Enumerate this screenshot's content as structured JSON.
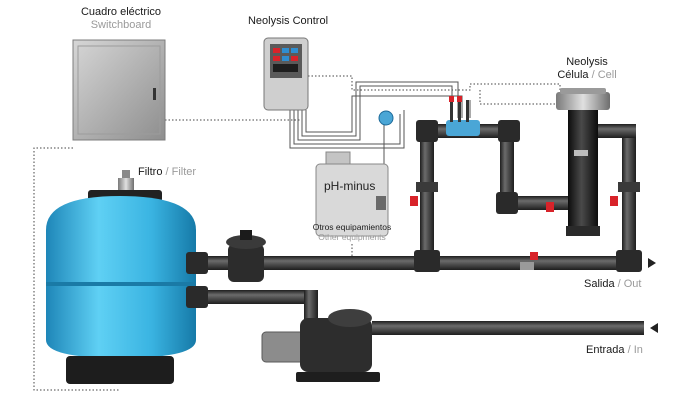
{
  "labels": {
    "switchboard": {
      "primary": "Cuadro eléctrico",
      "secondary": "Switchboard"
    },
    "control": {
      "primary": "Neolysis Control"
    },
    "cell": {
      "line1": "Neolysis",
      "line2_primary": "Célula",
      "line2_separator": " / ",
      "line2_secondary": "Cell"
    },
    "filter": {
      "primary": "Filtro",
      "separator": " / ",
      "secondary": "Filter"
    },
    "ph": {
      "text": "pH-minus"
    },
    "other_equipment": {
      "primary": "Otros equipamientos",
      "secondary": "Other equipments"
    },
    "outlet": {
      "primary": "Salida",
      "separator": " / ",
      "secondary": "Out"
    },
    "inlet": {
      "primary": "Entrada",
      "separator": " / ",
      "secondary": "In"
    }
  },
  "colors": {
    "pipe": "#2e2e2e",
    "pipe_highlight": "#6a6a6a",
    "filter_tank": "#3fb8e4",
    "valve_red": "#d8232a",
    "cabinet": "#b5b5b5",
    "cable": "#555555"
  }
}
